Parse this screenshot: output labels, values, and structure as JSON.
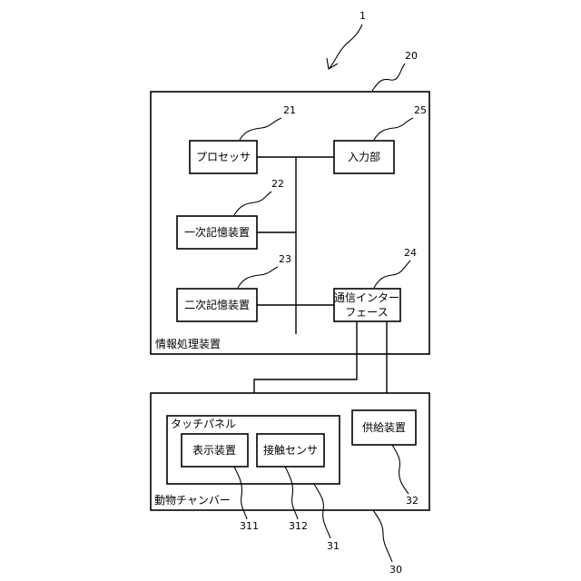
{
  "figure_ref": "1",
  "info_processor": {
    "label": "情報処理装置",
    "ref": "20"
  },
  "processor": {
    "label": "プロセッサ",
    "ref": "21"
  },
  "primary_memory": {
    "label": "一次記憶装置",
    "ref": "22"
  },
  "secondary_memory": {
    "label": "二次記憶装置",
    "ref": "23"
  },
  "comm_interface": {
    "label_line1": "通信インター",
    "label_line2": "フェース",
    "ref": "24"
  },
  "input_unit": {
    "label": "入力部",
    "ref": "25"
  },
  "animal_chamber": {
    "label": "動物チャンバー",
    "ref": "30"
  },
  "touch_panel": {
    "label": "タッチパネル",
    "ref": "31"
  },
  "display_device": {
    "label": "表示装置",
    "ref": "311"
  },
  "contact_sensor": {
    "label": "接触センサ",
    "ref": "312"
  },
  "supply_device": {
    "label": "供給装置",
    "ref": "32"
  }
}
